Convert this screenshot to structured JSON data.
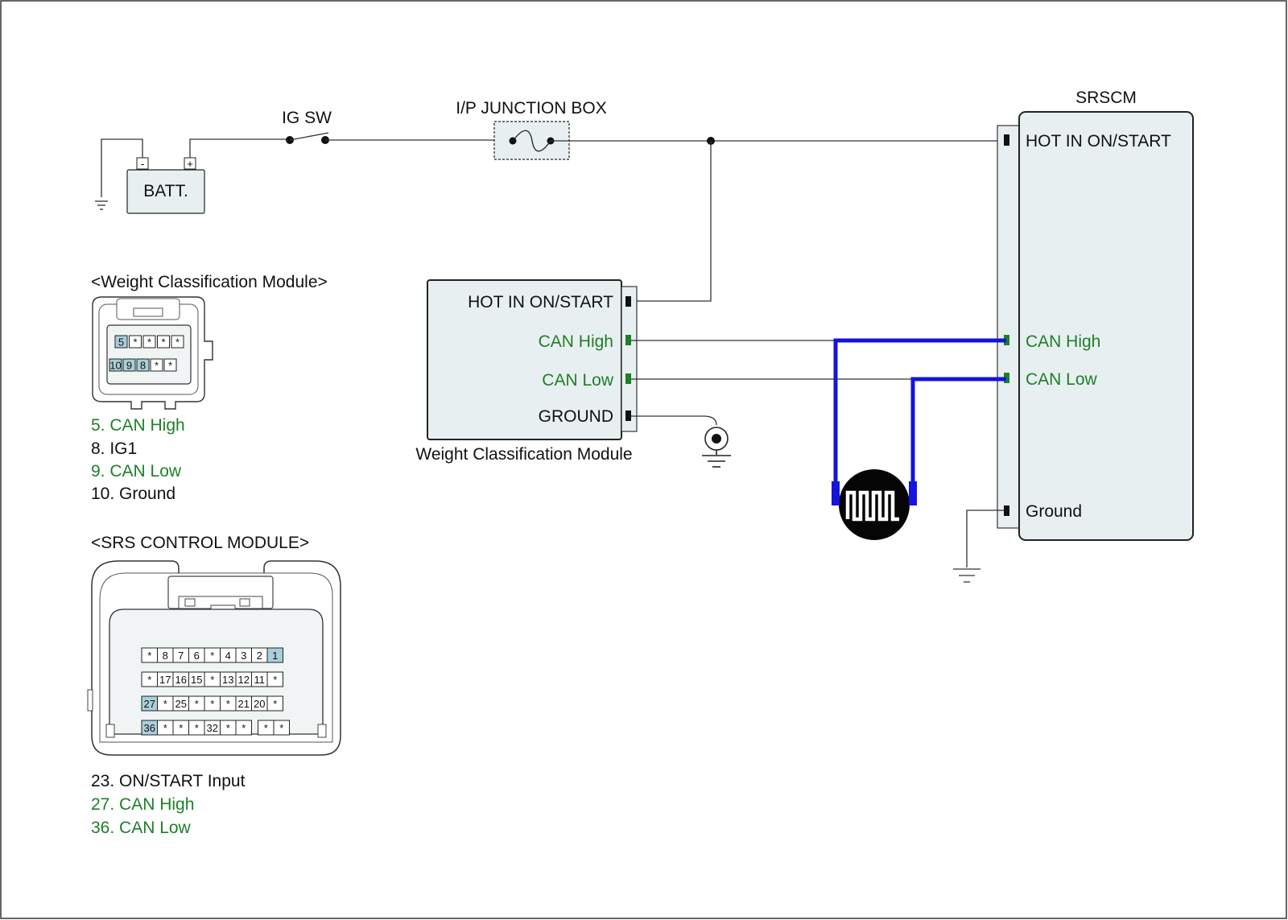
{
  "colors": {
    "can_pin": "#1e7f28",
    "can_label": "#1e7f28",
    "can_wiring_highlight": "#1414dc",
    "module_fill": "#e8eff0",
    "pin_highlight": "#a9cfda"
  },
  "battery": {
    "label": "BATT.",
    "neg": "-",
    "pos": "+"
  },
  "ig_switch": {
    "label": "IG SW"
  },
  "junction_box": {
    "label": "I/P JUNCTION BOX"
  },
  "srscm": {
    "title": "SRSCM",
    "pins": {
      "hot_in": "HOT IN ON/START",
      "can_high": "CAN High",
      "can_low": "CAN Low",
      "ground": "Ground"
    }
  },
  "wcm": {
    "caption": "Weight Classification Module",
    "pins": {
      "hot_in": "HOT IN ON/START",
      "can_high": "CAN High",
      "can_low": "CAN Low",
      "ground": "GROUND"
    }
  },
  "wcm_connector": {
    "title": "<Weight Classification Module>",
    "row1": [
      "5",
      "*",
      "*",
      "*",
      "*"
    ],
    "row2": [
      "10",
      "9",
      "8",
      "*",
      "*"
    ],
    "pin_list": [
      "5. CAN High",
      "8. IG1",
      "9. CAN Low",
      "10. Ground"
    ]
  },
  "srs_connector": {
    "title": "<SRS CONTROL MODULE>",
    "rows": [
      [
        "*",
        "8",
        "7",
        "6",
        "*",
        "4",
        "3",
        "2",
        "1"
      ],
      [
        "*",
        "17",
        "16",
        "15",
        "*",
        "13",
        "12",
        "11",
        "*"
      ],
      [
        "27",
        "*",
        "25",
        "*",
        "*",
        "*",
        "21",
        "20",
        "*"
      ],
      [
        "36",
        "*",
        "*",
        "*",
        "32",
        "*",
        "*",
        "",
        "*",
        "*"
      ]
    ],
    "pin_list": [
      "23. ON/START Input",
      "27. CAN High",
      "36. CAN Low"
    ]
  }
}
